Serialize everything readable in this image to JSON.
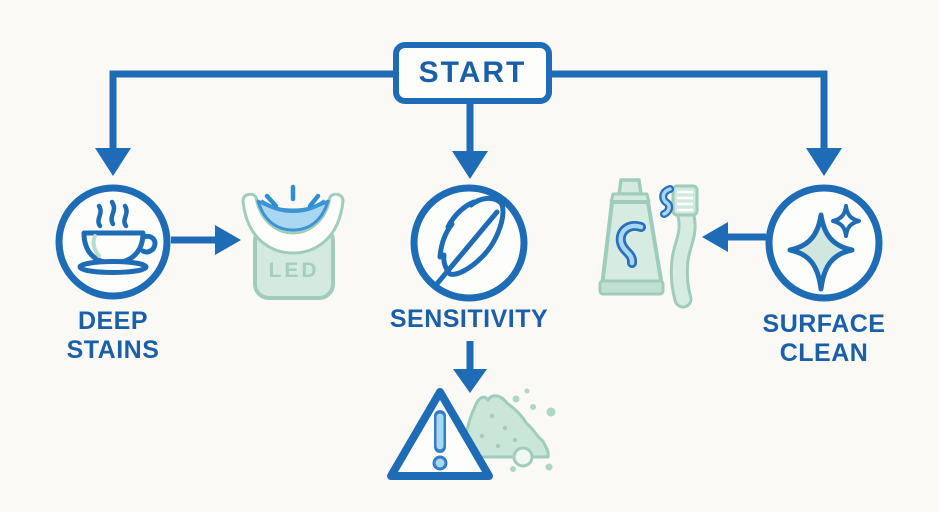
{
  "diagram": {
    "start": {
      "label": "START"
    },
    "branches": {
      "deep_stains": {
        "line1": "DEEP",
        "line2": "STAINS",
        "icon": "coffee-cup-icon"
      },
      "sensitivity": {
        "label": "SENSITIVITY",
        "icon": "feather-icon"
      },
      "surface_clean": {
        "line1": "SURFACE",
        "line2": "CLEAN",
        "icon": "sparkles-icon"
      }
    },
    "results": {
      "led_device": {
        "label": "LED",
        "icon": "led-mouthpiece-device-icon"
      },
      "toothpaste_toothbrush": {
        "icon": "toothpaste-and-toothbrush-icon"
      },
      "caution_powder": {
        "icon_warning": "warning-triangle-icon",
        "icon_powder": "powder-pile-icon"
      }
    },
    "colors": {
      "line_blue": "#1e6cb5",
      "text_blue": "#1a5fa8",
      "light_blue_fill": "#a9d6f0",
      "accent_blue": "#3b93d4",
      "mint_fill": "#d4eae1",
      "teal_outline": "#9fccbc",
      "powder_mint": "#c9e6d8",
      "background": "#faf9f5"
    }
  }
}
